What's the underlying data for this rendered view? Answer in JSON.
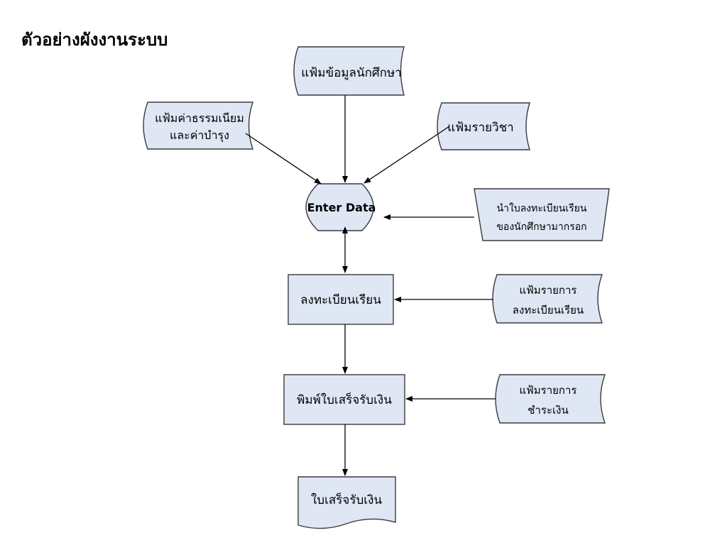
{
  "page": {
    "title": "ตัวอย่างผังงานระบบ"
  },
  "colors": {
    "shape_fill": "#dfe7f5",
    "shape_stroke": "#3a3a3a",
    "arrow": "#000000"
  },
  "nodes": {
    "student_file": {
      "label": "แฟ้มข้อมูลนักศึกษา"
    },
    "fees_file": {
      "line1": "แฟ้มค่าธรรมเนียม",
      "line2": "และค่าบำรุง"
    },
    "course_file": {
      "label": "แฟ้มรายวิชา"
    },
    "enter_data": {
      "label": "Enter Data"
    },
    "manual_input": {
      "line1": "นำใบลงทะเบียนเรียน",
      "line2": "ของนักศึกษามากรอก"
    },
    "register": {
      "label": "ลงทะเบียนเรียน"
    },
    "register_list_file": {
      "line1": "แฟ้มรายการ",
      "line2": "ลงทะเบียนเรียน"
    },
    "print_receipt": {
      "label": "พิมพ์ใบเสร็จรับเงิน"
    },
    "payment_file": {
      "line1": "แฟ้มรายการ",
      "line2": "ชำระเงิน"
    },
    "receipt_doc": {
      "label": "ใบเสร็จรับเงิน"
    }
  }
}
